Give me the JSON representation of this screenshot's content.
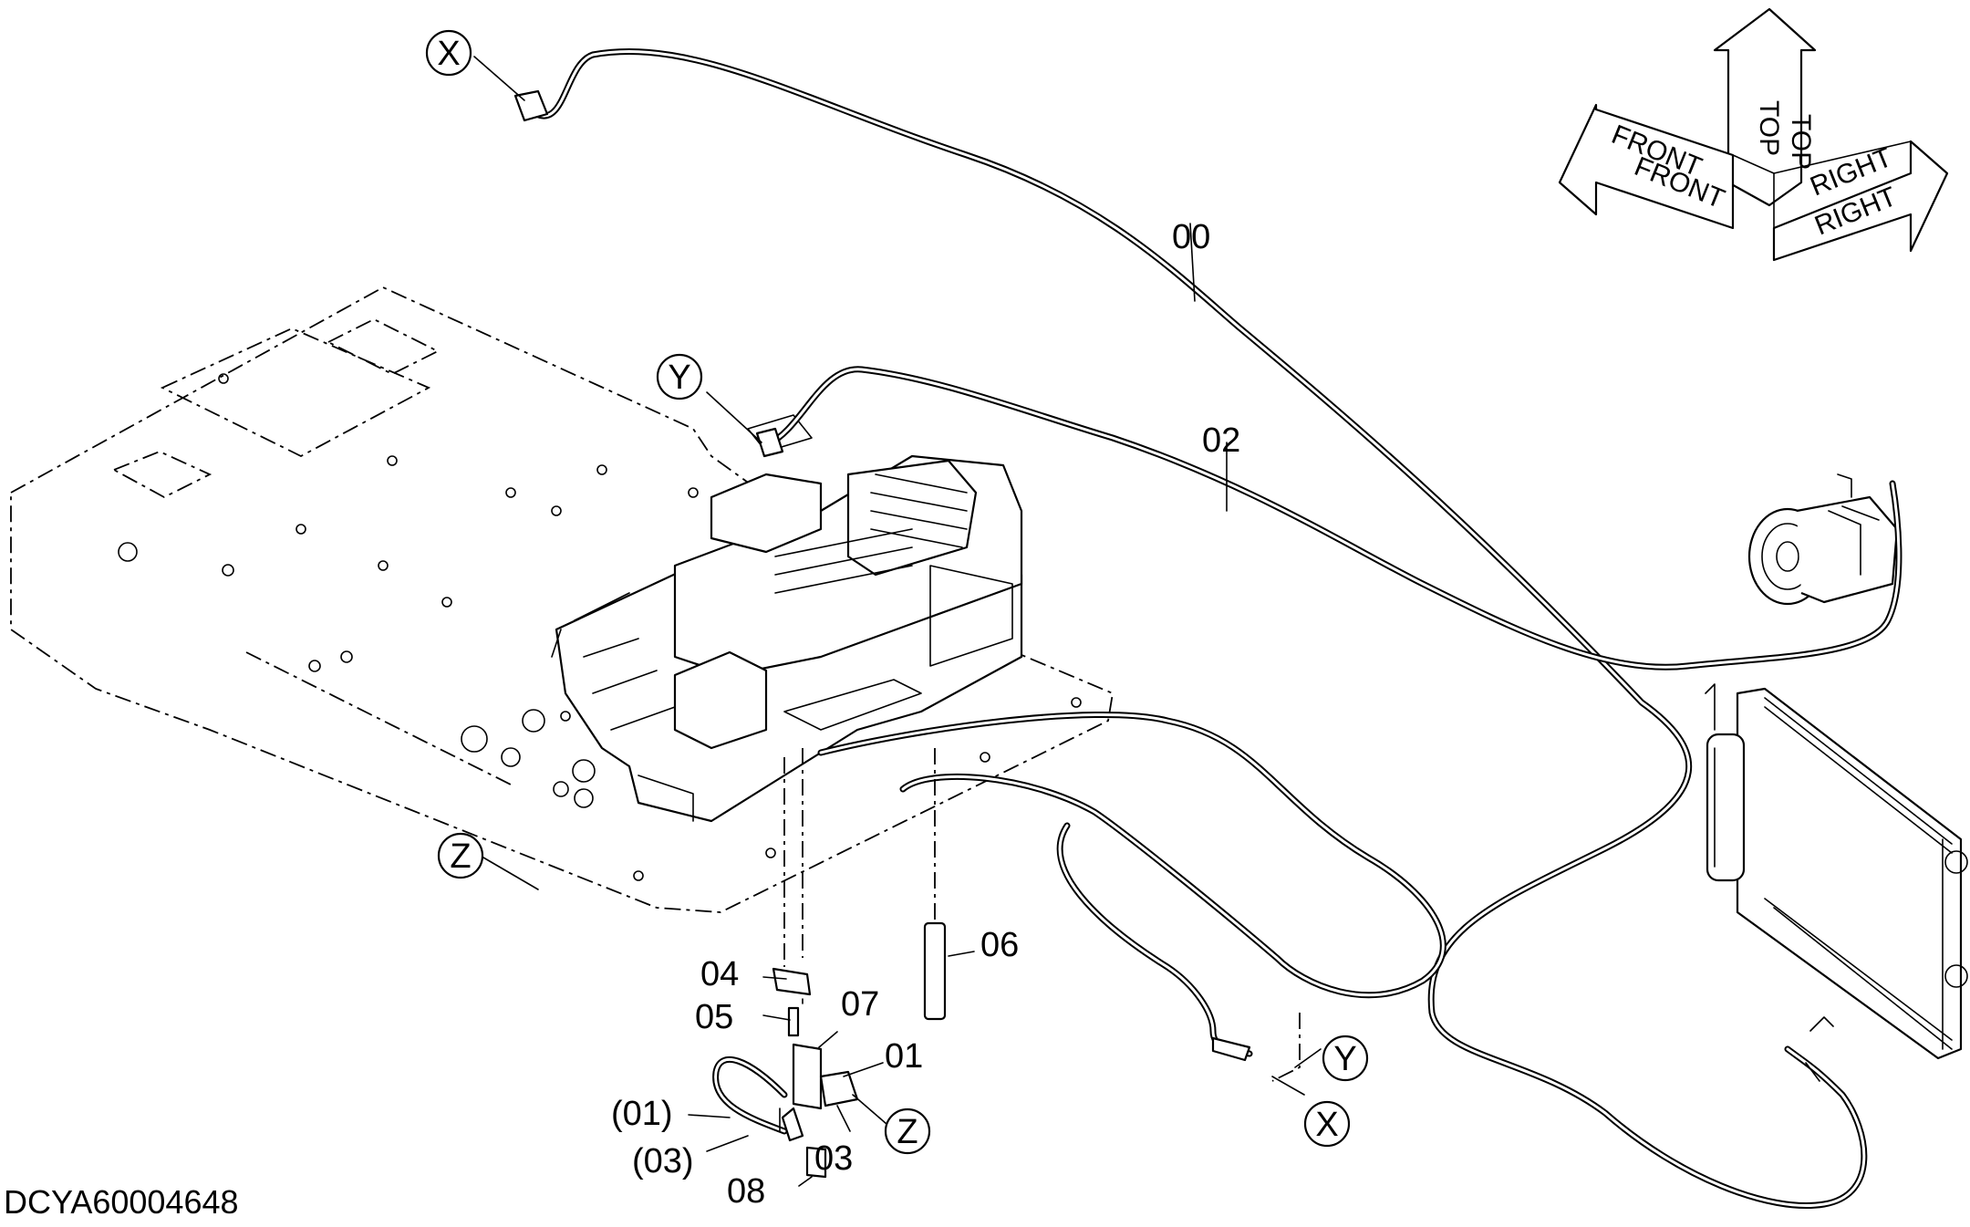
{
  "diagram_id": "DCYA60004648",
  "part_labels": {
    "p00": "00",
    "p01": "01",
    "p01b": "(01)",
    "p02": "02",
    "p03": "03",
    "p03b": "(03)",
    "p04": "04",
    "p05": "05",
    "p06": "06",
    "p07": "07",
    "p08": "08"
  },
  "ref_markers": {
    "x": "X",
    "y": "Y",
    "z": "Z"
  },
  "orientation": {
    "top": "TOP",
    "front": "FRONT",
    "right": "RIGHT"
  }
}
